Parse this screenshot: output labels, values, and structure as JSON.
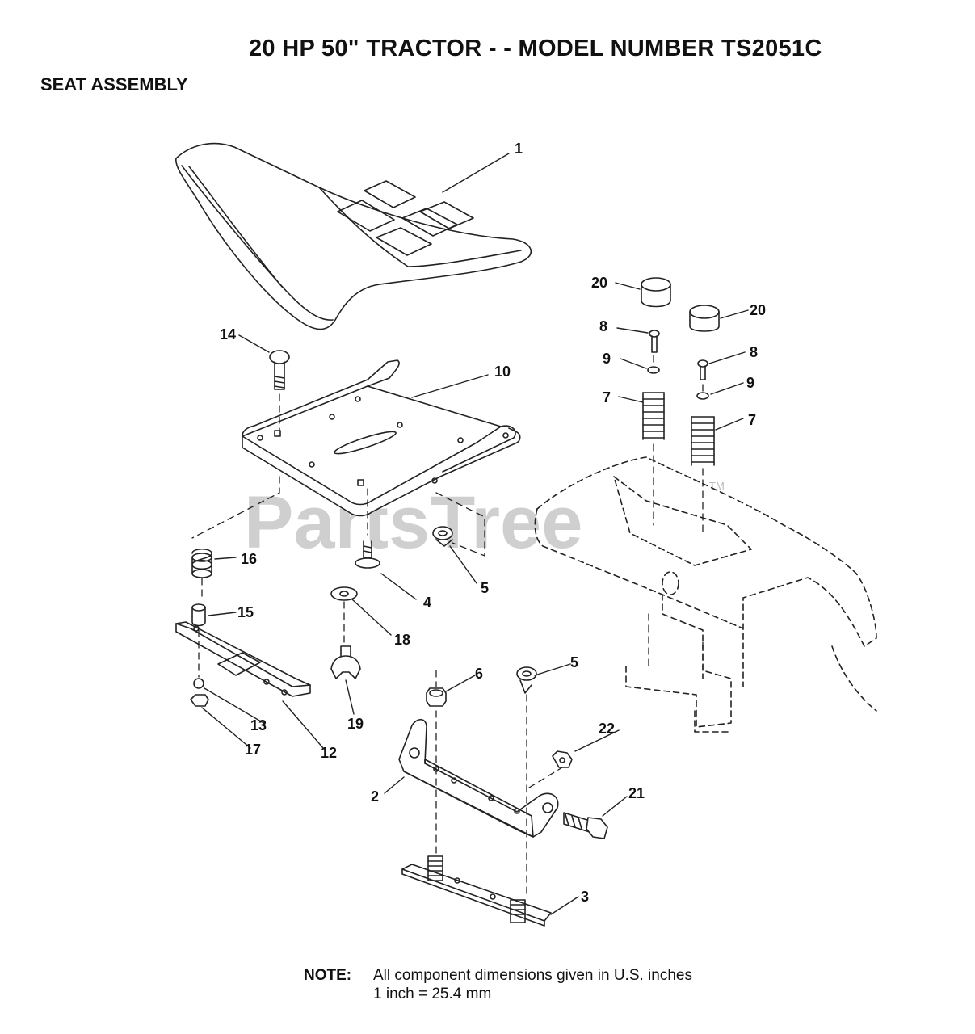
{
  "header": {
    "title": "20 HP 50\" TRACTOR - - MODEL NUMBER TS2051C",
    "section": "SEAT ASSEMBLY"
  },
  "watermark": {
    "text": "PartsTree",
    "mark": "TM"
  },
  "callouts": {
    "c1": "1",
    "c2": "2",
    "c3": "3",
    "c4": "4",
    "c5a": "5",
    "c5b": "5",
    "c6": "6",
    "c7a": "7",
    "c7b": "7",
    "c8a": "8",
    "c8b": "8",
    "c9a": "9",
    "c9b": "9",
    "c10": "10",
    "c12": "12",
    "c13": "13",
    "c14": "14",
    "c15": "15",
    "c16": "16",
    "c17": "17",
    "c18": "18",
    "c19": "19",
    "c20a": "20",
    "c20b": "20",
    "c21": "21",
    "c22": "22"
  },
  "note": {
    "label": "NOTE:",
    "line1": "All component dimensions given in U.S. inches",
    "line2": "1 inch = 25.4 mm"
  }
}
